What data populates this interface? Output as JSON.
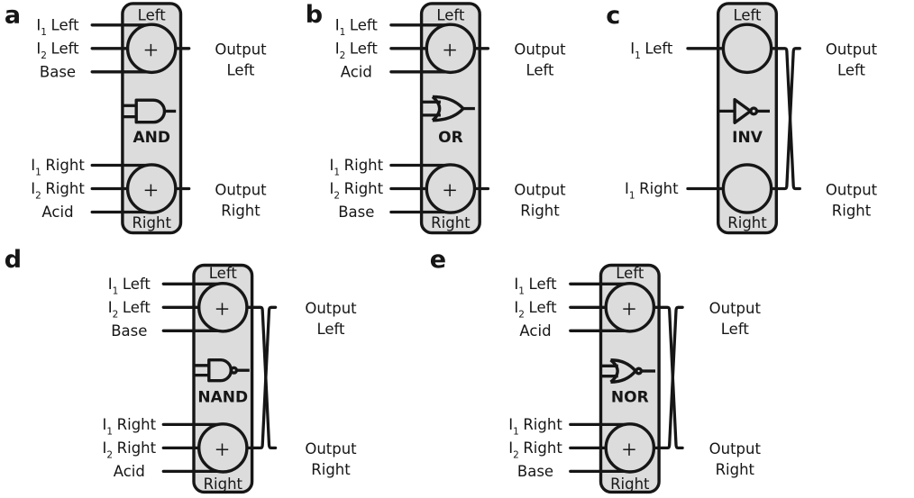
{
  "figure": {
    "colors": {
      "background": "#ffffff",
      "ink": "#161616",
      "device_fill": "#dcdcdc"
    },
    "panels": [
      {
        "letter": "a",
        "gate_label": "AND",
        "wells": [
          {
            "name": "Left",
            "inputs": [
              {
                "main": "I",
                "sub": "1",
                "word": "Left"
              },
              {
                "main": "I",
                "sub": "2",
                "word": "Left"
              },
              {
                "main": "Base"
              }
            ],
            "output": {
              "line1": "Output",
              "line2": "Left"
            }
          },
          {
            "name": "Right",
            "inputs": [
              {
                "main": "I",
                "sub": "1",
                "word": "Right"
              },
              {
                "main": "I",
                "sub": "2",
                "word": "Right"
              },
              {
                "main": "Acid"
              }
            ],
            "output": {
              "line1": "Output",
              "line2": "Right"
            }
          }
        ]
      },
      {
        "letter": "b",
        "gate_label": "OR",
        "wells": [
          {
            "name": "Left",
            "inputs": [
              {
                "main": "I",
                "sub": "1",
                "word": "Left"
              },
              {
                "main": "I",
                "sub": "2",
                "word": "Left"
              },
              {
                "main": "Acid"
              }
            ],
            "output": {
              "line1": "Output",
              "line2": "Left"
            }
          },
          {
            "name": "Right",
            "inputs": [
              {
                "main": "I",
                "sub": "1",
                "word": "Right"
              },
              {
                "main": "I",
                "sub": "2",
                "word": "Right"
              },
              {
                "main": "Base"
              }
            ],
            "output": {
              "line1": "Output",
              "line2": "Right"
            }
          }
        ]
      },
      {
        "letter": "c",
        "gate_label": "INV",
        "wells": [
          {
            "name": "Left",
            "inputs": [
              {
                "main": "I",
                "sub": "1",
                "word": "Left"
              }
            ],
            "output": {
              "line1": "Output",
              "line2": "Left"
            }
          },
          {
            "name": "Right",
            "inputs": [
              {
                "main": "I",
                "sub": "1",
                "word": "Right"
              }
            ],
            "output": {
              "line1": "Output",
              "line2": "Right"
            }
          }
        ]
      },
      {
        "letter": "d",
        "gate_label": "NAND",
        "wells": [
          {
            "name": "Left",
            "inputs": [
              {
                "main": "I",
                "sub": "1",
                "word": "Left"
              },
              {
                "main": "I",
                "sub": "2",
                "word": "Left"
              },
              {
                "main": "Base"
              }
            ],
            "output": {
              "line1": "Output",
              "line2": "Left"
            }
          },
          {
            "name": "Right",
            "inputs": [
              {
                "main": "I",
                "sub": "1",
                "word": "Right"
              },
              {
                "main": "I",
                "sub": "2",
                "word": "Right"
              },
              {
                "main": "Acid"
              }
            ],
            "output": {
              "line1": "Output",
              "line2": "Right"
            }
          }
        ]
      },
      {
        "letter": "e",
        "gate_label": "NOR",
        "wells": [
          {
            "name": "Left",
            "inputs": [
              {
                "main": "I",
                "sub": "1",
                "word": "Left"
              },
              {
                "main": "I",
                "sub": "2",
                "word": "Left"
              },
              {
                "main": "Acid"
              }
            ],
            "output": {
              "line1": "Output",
              "line2": "Left"
            }
          },
          {
            "name": "Right",
            "inputs": [
              {
                "main": "I",
                "sub": "1",
                "word": "Right"
              },
              {
                "main": "I",
                "sub": "2",
                "word": "Right"
              },
              {
                "main": "Base"
              }
            ],
            "output": {
              "line1": "Output",
              "line2": "Right"
            }
          }
        ]
      }
    ]
  }
}
